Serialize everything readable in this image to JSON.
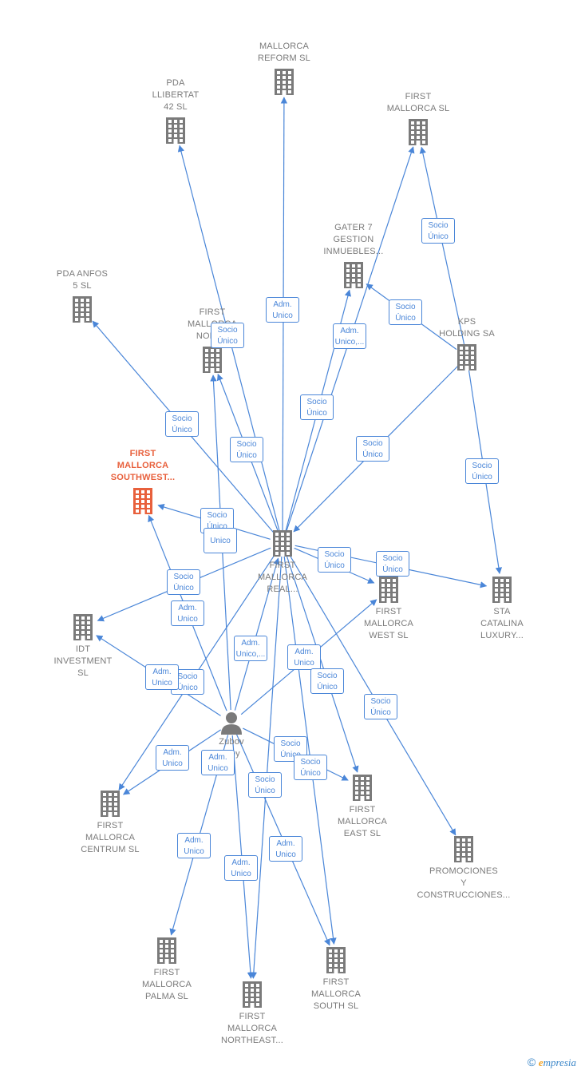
{
  "nodes": [
    {
      "id": "reform",
      "lines": [
        "MALLORCA",
        "REFORM  SL"
      ],
      "type": "company"
    },
    {
      "id": "llibertat",
      "lines": [
        "PDA",
        "LLIBERTAT",
        "42  SL"
      ],
      "type": "company"
    },
    {
      "id": "firstsl",
      "lines": [
        "FIRST",
        "MALLORCA SL"
      ],
      "type": "company"
    },
    {
      "id": "gater",
      "lines": [
        "GATER 7",
        "GESTION",
        "INMUEBLES..."
      ],
      "type": "company"
    },
    {
      "id": "anfos",
      "lines": [
        "PDA ANFOS",
        "5  SL"
      ],
      "type": "company"
    },
    {
      "id": "north",
      "lines": [
        "FIRST",
        "MALLORCA",
        "NORT..."
      ],
      "type": "company"
    },
    {
      "id": "kps",
      "lines": [
        "KPS",
        "HOLDING SA"
      ],
      "type": "company"
    },
    {
      "id": "southwest",
      "lines": [
        "FIRST",
        "MALLORCA",
        "SOUTHWEST..."
      ],
      "type": "focus"
    },
    {
      "id": "real",
      "lines": [
        "FIRST",
        "MALLORCA",
        "REAL..."
      ],
      "type": "company"
    },
    {
      "id": "west",
      "lines": [
        "FIRST",
        "MALLORCA",
        "WEST  SL"
      ],
      "type": "company"
    },
    {
      "id": "sta",
      "lines": [
        "STA",
        "CATALINA",
        "LUXURY..."
      ],
      "type": "company"
    },
    {
      "id": "idt",
      "lines": [
        "IDT",
        "INVESTMENT",
        "SL"
      ],
      "type": "company"
    },
    {
      "id": "person",
      "lines": [
        "Zubov",
        "...ey"
      ],
      "type": "person"
    },
    {
      "id": "centrum",
      "lines": [
        "FIRST",
        "MALLORCA",
        "CENTRUM  SL"
      ],
      "type": "company"
    },
    {
      "id": "east",
      "lines": [
        "FIRST",
        "MALLORCA",
        "EAST  SL"
      ],
      "type": "company"
    },
    {
      "id": "promo",
      "lines": [
        "PROMOCIONES",
        "Y",
        "CONSTRUCCIONES..."
      ],
      "type": "company"
    },
    {
      "id": "palma",
      "lines": [
        "FIRST",
        "MALLORCA",
        "PALMA  SL"
      ],
      "type": "company"
    },
    {
      "id": "northeast",
      "lines": [
        "FIRST",
        "MALLORCA",
        "NORTHEAST..."
      ],
      "type": "company"
    },
    {
      "id": "south",
      "lines": [
        "FIRST",
        "MALLORCA",
        "SOUTH  SL"
      ],
      "type": "company"
    }
  ],
  "edges": [
    {
      "from": "real",
      "to": "reform"
    },
    {
      "from": "real",
      "to": "llibertat"
    },
    {
      "from": "real",
      "to": "firstsl"
    },
    {
      "from": "real",
      "to": "gater"
    },
    {
      "from": "real",
      "to": "anfos"
    },
    {
      "from": "real",
      "to": "north"
    },
    {
      "from": "real",
      "to": "southwest"
    },
    {
      "from": "real",
      "to": "idt"
    },
    {
      "from": "real",
      "to": "west"
    },
    {
      "from": "real",
      "to": "sta"
    },
    {
      "from": "real",
      "to": "east"
    },
    {
      "from": "real",
      "to": "promo"
    },
    {
      "from": "real",
      "to": "south"
    },
    {
      "from": "real",
      "to": "northeast"
    },
    {
      "from": "real",
      "to": "centrum"
    },
    {
      "from": "kps",
      "to": "firstsl"
    },
    {
      "from": "kps",
      "to": "gater"
    },
    {
      "from": "kps",
      "to": "real"
    },
    {
      "from": "kps",
      "to": "sta"
    },
    {
      "from": "person",
      "to": "real"
    },
    {
      "from": "person",
      "to": "north"
    },
    {
      "from": "person",
      "to": "southwest"
    },
    {
      "from": "person",
      "to": "idt"
    },
    {
      "from": "person",
      "to": "centrum"
    },
    {
      "from": "person",
      "to": "palma"
    },
    {
      "from": "person",
      "to": "northeast"
    },
    {
      "from": "person",
      "to": "south"
    },
    {
      "from": "person",
      "to": "east"
    },
    {
      "from": "person",
      "to": "west"
    }
  ],
  "badges": [
    {
      "lines": [
        "Adm.",
        "Unico"
      ]
    },
    {
      "lines": [
        "Socio",
        "Único"
      ]
    },
    {
      "lines": [
        "Socio",
        "Único"
      ]
    },
    {
      "lines": [
        "Adm.",
        "Unico,..."
      ]
    },
    {
      "lines": [
        "Socio",
        "Único"
      ]
    },
    {
      "lines": [
        "Socio",
        "Único"
      ]
    },
    {
      "lines": [
        "Socio",
        "Único"
      ]
    },
    {
      "lines": [
        "Socio",
        "Único"
      ]
    },
    {
      "lines": [
        "Socio",
        "Único"
      ]
    },
    {
      "lines": [
        "Socio",
        "Único"
      ]
    },
    {
      "lines": [
        "Socio",
        "Único"
      ]
    },
    {
      "lines": [
        "Unico"
      ]
    },
    {
      "lines": [
        "Socio",
        "Único"
      ]
    },
    {
      "lines": [
        "Socio",
        "Único"
      ]
    },
    {
      "lines": [
        "Socio",
        "Único"
      ]
    },
    {
      "lines": [
        "Adm.",
        "Unico"
      ]
    },
    {
      "lines": [
        "Adm.",
        "Unico,..."
      ]
    },
    {
      "lines": [
        "Adm.",
        "Unico"
      ]
    },
    {
      "lines": [
        "Socio",
        "Único"
      ]
    },
    {
      "lines": [
        "Socio",
        "Único"
      ]
    },
    {
      "lines": [
        "Adm.",
        "Unico"
      ]
    },
    {
      "lines": [
        "Socio",
        "Único"
      ]
    },
    {
      "lines": [
        "Adm.",
        "Unico"
      ]
    },
    {
      "lines": [
        "Socio",
        "Único"
      ]
    },
    {
      "lines": [
        "Adm.",
        "Unico"
      ]
    },
    {
      "lines": [
        "Socio",
        "Único"
      ]
    },
    {
      "lines": [
        "Socio",
        "Único"
      ]
    },
    {
      "lines": [
        "Adm.",
        "Unico"
      ]
    },
    {
      "lines": [
        "Adm.",
        "Unico"
      ]
    },
    {
      "lines": [
        "Adm.",
        "Unico"
      ]
    }
  ],
  "colors": {
    "edge": "#4a86d8",
    "building": "#7a7a7a",
    "focus": "#e8603c",
    "person": "#7a7a7a"
  },
  "footer": {
    "copyright": "©",
    "brand_initial": "e",
    "brand_rest": "mpresia"
  }
}
